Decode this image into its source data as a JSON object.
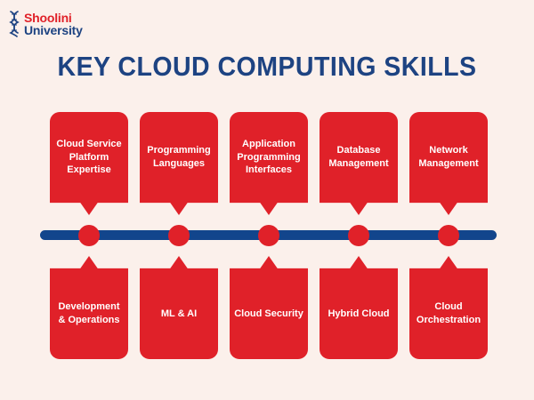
{
  "logo": {
    "icon": "dna-helix-icon",
    "line1": "Shoolini",
    "line2": "University",
    "line1_color": "#e02129",
    "line2_color": "#1d4382"
  },
  "page": {
    "title": "KEY CLOUD COMPUTING SKILLS",
    "background_color": "#fbf0eb",
    "title_color": "#1d4382"
  },
  "timeline": {
    "bar_color": "#12458c",
    "node_color": "#e02129",
    "node_count": 5
  },
  "cards": {
    "card_color": "#e02129",
    "text_color": "#ffffff",
    "top": [
      {
        "label": "Cloud Service Platform Expertise"
      },
      {
        "label": "Programming Languages"
      },
      {
        "label": "Application Programming Interfaces"
      },
      {
        "label": "Database Management"
      },
      {
        "label": "Network Management"
      }
    ],
    "bottom": [
      {
        "label": "Development & Operations"
      },
      {
        "label": "ML & AI"
      },
      {
        "label": "Cloud Security"
      },
      {
        "label": "Hybrid Cloud"
      },
      {
        "label": "Cloud Orchestration"
      }
    ]
  }
}
